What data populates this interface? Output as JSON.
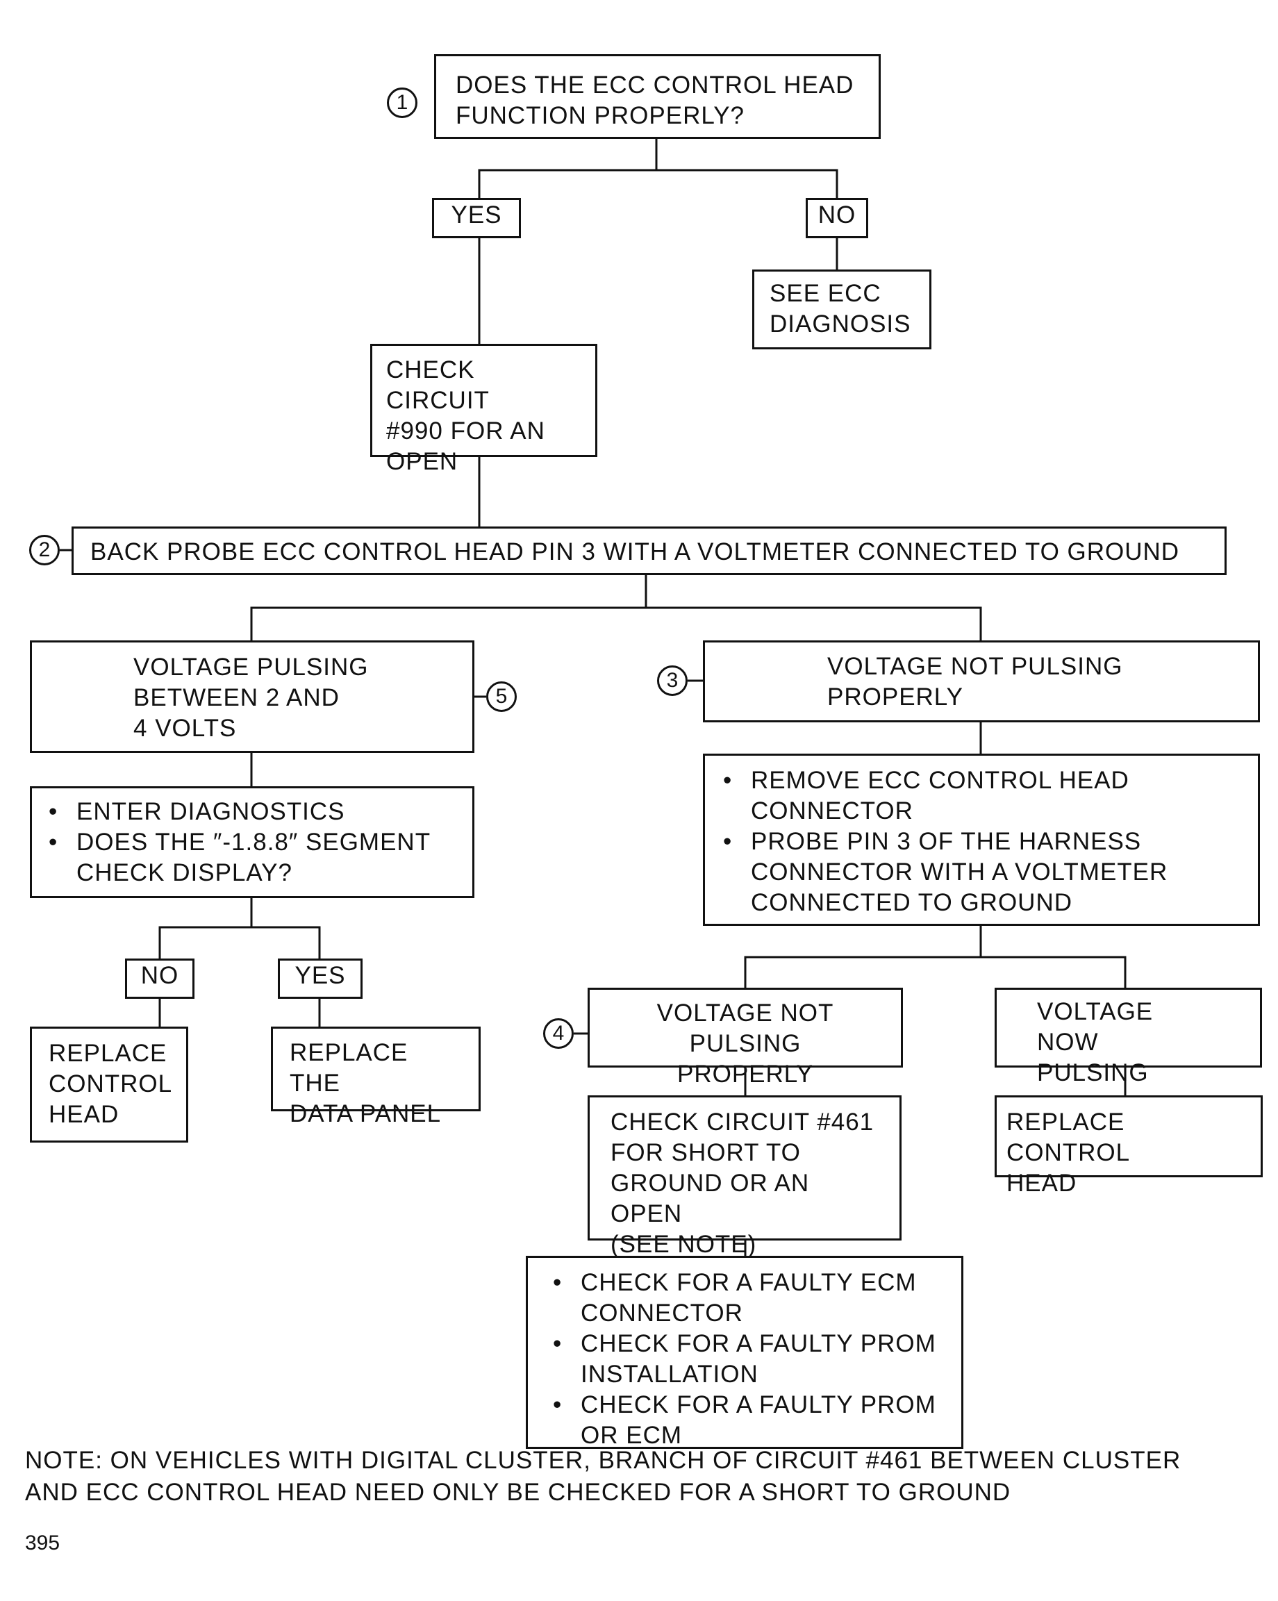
{
  "step_markers": [
    "1",
    "2",
    "3",
    "4",
    "5"
  ],
  "nodes": {
    "q1": [
      "DOES THE ECC CONTROL HEAD",
      "FUNCTION PROPERLY?"
    ],
    "q1_yes": "YES",
    "q1_no": "NO",
    "see_ecc": [
      "SEE ECC",
      "DIAGNOSIS"
    ],
    "check_990": [
      "CHECK CIRCUIT",
      "#990 FOR AN",
      "OPEN"
    ],
    "back_probe": "BACK PROBE ECC CONTROL HEAD PIN 3 WITH A VOLTMETER CONNECTED TO GROUND",
    "pulsing": [
      "VOLTAGE PULSING",
      "BETWEEN 2 AND",
      "4 VOLTS"
    ],
    "not_pulsing": [
      "VOLTAGE NOT PULSING",
      "PROPERLY"
    ],
    "enter_diag": [
      "ENTER DIAGNOSTICS",
      "DOES THE ″-1.8.8″ SEGMENT CHECK DISPLAY?"
    ],
    "diag_no": "NO",
    "diag_yes": "YES",
    "replace_head_left": [
      "REPLACE",
      "CONTROL",
      "HEAD"
    ],
    "replace_data_panel": [
      "REPLACE THE",
      "DATA PANEL"
    ],
    "remove_connector": [
      "REMOVE ECC CONTROL HEAD CONNECTOR",
      "PROBE PIN 3 OF THE HARNESS CONNECTOR WITH A VOLTMETER CONNECTED TO GROUND"
    ],
    "still_not_pulsing": [
      "VOLTAGE NOT",
      "PULSING PROPERLY"
    ],
    "now_pulsing": [
      "VOLTAGE NOW",
      "PULSING"
    ],
    "check_461": [
      "CHECK CIRCUIT #461",
      "FOR SHORT TO",
      "GROUND OR AN OPEN",
      "(SEE NOTE)"
    ],
    "replace_head_right": [
      "REPLACE CONTROL",
      "HEAD"
    ],
    "faulty_checks": [
      "CHECK FOR A FAULTY ECM CONNECTOR",
      "CHECK FOR A FAULTY PROM INSTALLATION",
      "CHECK FOR A FAULTY PROM OR ECM"
    ]
  },
  "note": [
    "NOTE: ON VEHICLES WITH DIGITAL CLUSTER, BRANCH OF CIRCUIT #461 BETWEEN CLUSTER",
    "AND ECC CONTROL HEAD NEED ONLY BE CHECKED FOR A SHORT TO GROUND"
  ],
  "page_number": "395"
}
